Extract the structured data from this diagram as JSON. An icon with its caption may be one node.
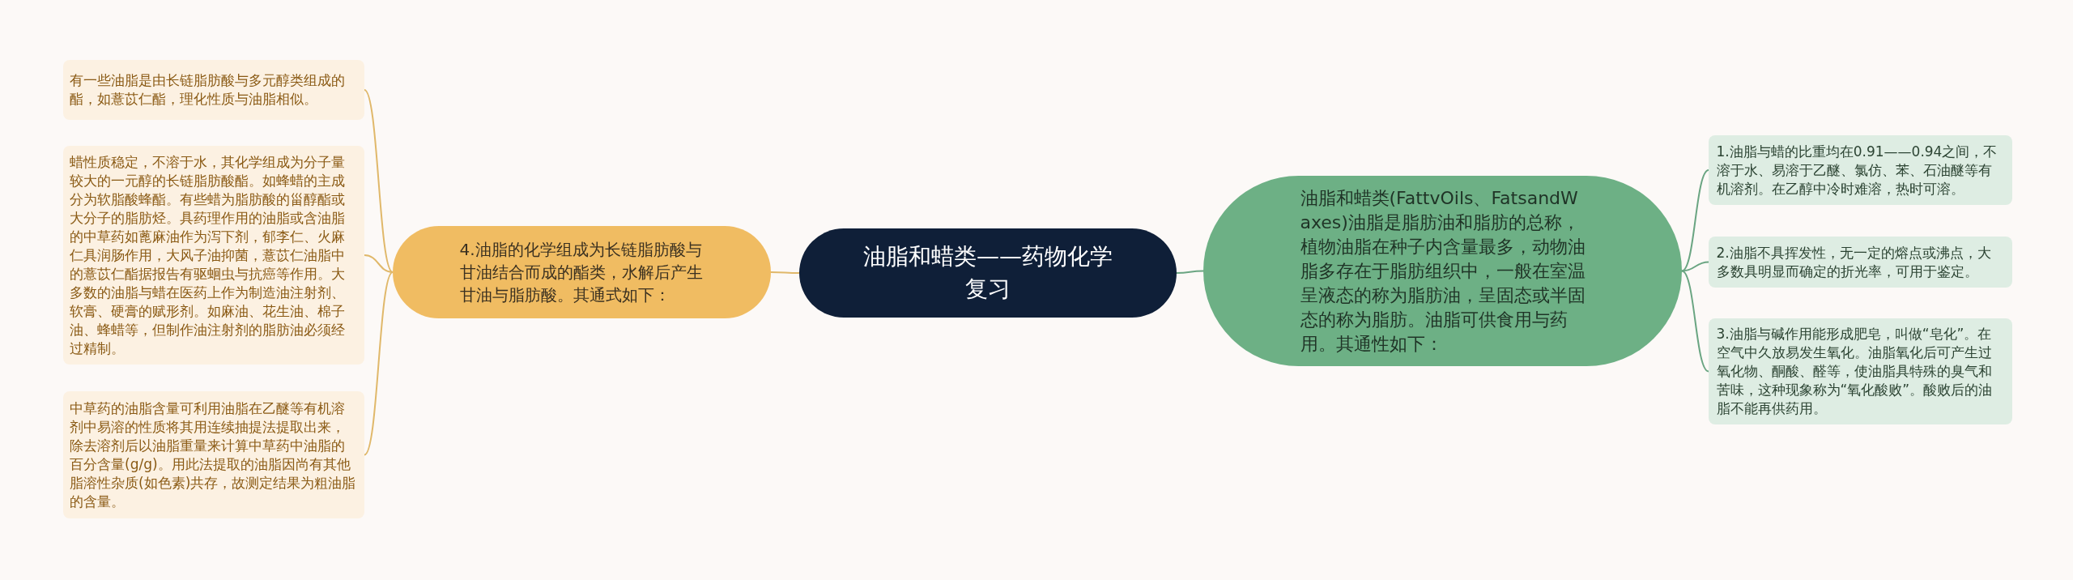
{
  "diagram": {
    "nodes": [
      {
        "text": [
          "油脂和蜡类——药物化学复习"
        ]
      },
      {
        "text": [
          "4.油脂的化学组成为长链脂肪酸与甘油结合而成的酯类，水解后产生甘油与脂肪酸。其通式如下："
        ]
      },
      {
        "text": [
          "有一些油脂是由长链脂肪酸与多元醇类组成的酯，如薏苡仁酯，理化性质与油脂相似。"
        ]
      },
      {
        "text": [
          "蜡性质稳定，不溶于水，其化学组成为分子量较大的一元醇的长链脂肪酸酯。如蜂蜡的主成分为软脂酸蜂酯。有些蜡为脂肪酸的甾醇酯或大分子的脂肪烃。具药理作用的油脂或含油脂的中草药如蓖麻油作为泻下剂，郁李仁、火麻仁具润肠作用，大风子油抑菌，薏苡仁油脂中的薏苡仁酯据报告有驱蛔虫与抗癌等作用。大多数的油脂与蜡在医药上作为制造油注射剂、软膏、硬膏的赋形剂。如麻油、花生油、棉子油、蜂蜡等，但制作油注射剂的脂肪油必须经过精制。"
        ]
      },
      {
        "text": [
          "中草药的油脂含量可利用油脂在乙醚等有机溶剂中易溶的性质将其用连续抽提法提取出来，除去溶剂后以油脂重量来计算中草药中油脂的百分含量(g/g)。用此法提取的油脂因尚有其他脂溶性杂质(如色素)共存，故测定结果为粗油脂的含量。"
        ]
      },
      {
        "text": [
          "油脂和蜡类(FattvOils、FatsandWaxes)油脂是脂肪油和脂肪的总称，植物油脂在种子内含量最多，动物油脂多存在于脂肪组织中，一般在室温呈液态的称为脂肪油，呈固态或半固态的称为脂肪。油脂可供食用与药用。其通性如下："
        ]
      },
      {
        "text": [
          "1.油脂与蜡的比重均在0.91——0.94之间，不溶于水、易溶于乙醚、氯仿、苯、石油醚等有机溶剂。在乙醇中冷时难溶，热时可溶。"
        ]
      },
      {
        "text": [
          "2.油脂不具挥发性，无一定的熔点或沸点，大多数具明显而确定的折光率，可用于鉴定。"
        ]
      },
      {
        "text": [
          "3.油脂与碱作用能形成肥皂，叫做“皂化”。在空气中久放易发生氧化。油脂氧化后可产生过氧化物、酮酸、醛等，使油脂具特殊的臭气和苦味，这种现象称为“氧化酸败”。酸败后的油脂不能再供药用。"
        ]
      }
    ],
    "edges": [
      {
        "from": 0,
        "to": 1,
        "arrow": "none"
      },
      {
        "from": 1,
        "to": 2,
        "arrow": "none"
      },
      {
        "from": 1,
        "to": 3,
        "arrow": "none"
      },
      {
        "from": 1,
        "to": 4,
        "arrow": "none"
      },
      {
        "from": 0,
        "to": 5,
        "arrow": "none",
        "color": "#6aa582"
      },
      {
        "from": 5,
        "to": 6,
        "arrow": "none",
        "color": "#6aa582"
      },
      {
        "from": 5,
        "to": 7,
        "arrow": "none",
        "color": "#6aa582"
      },
      {
        "from": 5,
        "to": 8,
        "arrow": "none",
        "color": "#6aa582"
      }
    ]
  }
}
